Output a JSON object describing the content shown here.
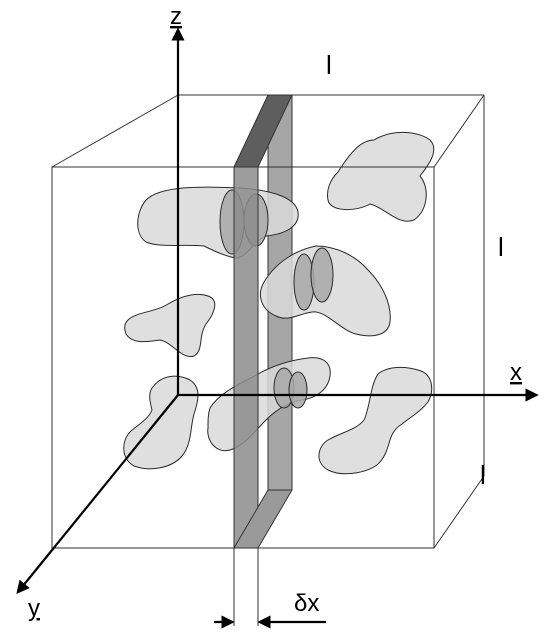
{
  "labels": {
    "axis_z": "z",
    "axis_x": "x",
    "axis_y": "y",
    "edge_top": "l",
    "edge_right": "l",
    "edge_depth": "l",
    "slice_width": "δx"
  },
  "colors": {
    "slice_front": "#8c8c8c",
    "slice_back": "#a6a6a6",
    "slice_top": "#5e5e5e",
    "blob_fill": "#d9d9d9",
    "blob_cut_fill": "#a8a8a8",
    "cube_edge": "#333333",
    "axis": "#000000"
  }
}
